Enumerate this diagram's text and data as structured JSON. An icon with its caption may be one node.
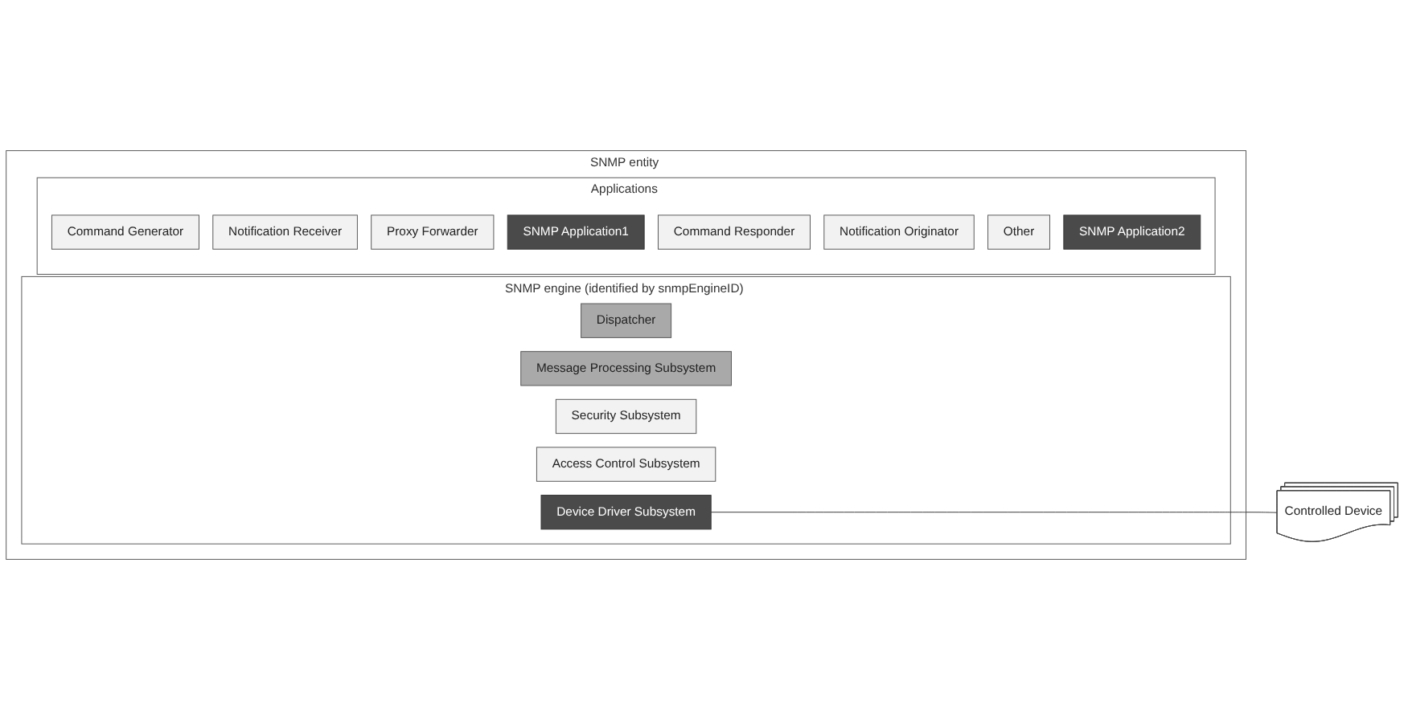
{
  "diagram": {
    "nodes": [
      {
        "text": [
          "SNMP entity"
        ]
      },
      {
        "text": [
          "SNMP engine (identified by snmpEngineID)"
        ],
        "in": 0
      },
      {
        "text": [
          "Dispatcher"
        ],
        "in": 1
      },
      {
        "text": [
          "Message Processing Subsystem"
        ],
        "in": 1
      },
      {
        "text": [
          "Security Subsystem"
        ],
        "in": 1
      },
      {
        "text": [
          "Access Control Subsystem"
        ],
        "in": 1
      },
      {
        "text": [
          "Device Driver Subsystem"
        ],
        "in": 1
      },
      {
        "text": [
          "Applications"
        ],
        "in": 0
      },
      {
        "text": [
          "Command Generator"
        ],
        "in": 7
      },
      {
        "text": [
          "Notification Receiver"
        ],
        "in": 7
      },
      {
        "text": [
          "Proxy Forwarder"
        ],
        "in": 7
      },
      {
        "text": [
          "SNMP Application1"
        ],
        "in": 7
      },
      {
        "text": [
          "Command Responder"
        ],
        "in": 7
      },
      {
        "text": [
          "Notification Originator"
        ],
        "in": 7
      },
      {
        "text": [
          "Other"
        ],
        "in": 7
      },
      {
        "text": [
          "SNMP Application2"
        ],
        "in": 7
      },
      {
        "text": [
          "Controlled Device"
        ]
      }
    ],
    "edges": [
      {
        "from": 6,
        "to": 16,
        "arrow": "none"
      }
    ]
  }
}
